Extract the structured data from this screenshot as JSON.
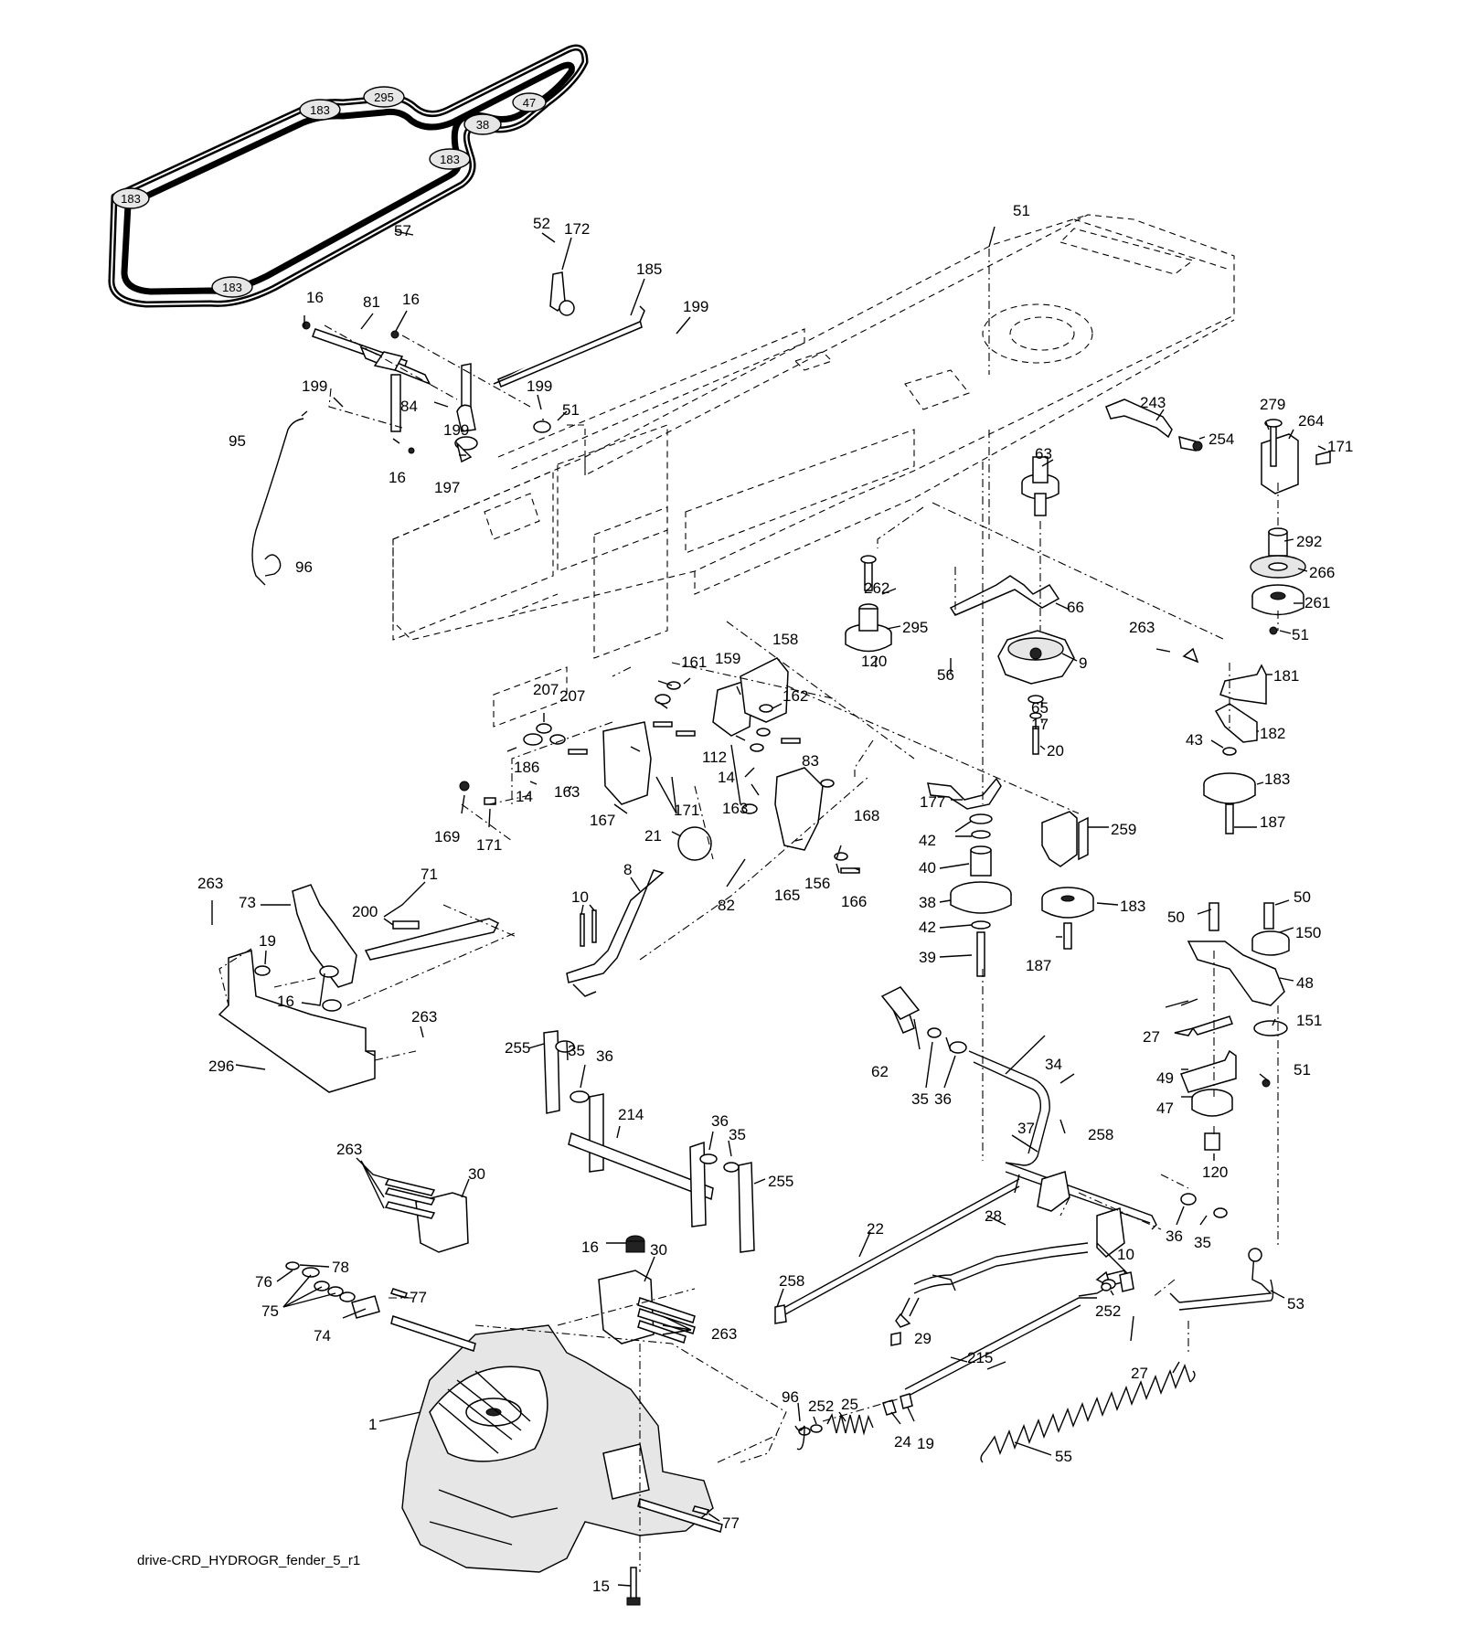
{
  "diagram_id": "drive-CRD_HYDROGR_fender_5_r1",
  "belt_labels": [
    "295",
    "183",
    "47",
    "38",
    "183",
    "183",
    "183"
  ],
  "parts": {
    "p1": "1",
    "p8": "8",
    "p9": "9",
    "p10a": "10",
    "p10b": "10",
    "p14a": "14",
    "p14b": "14",
    "p15": "15",
    "p16a": "16",
    "p16b": "16",
    "p16c": "16",
    "p16d": "16",
    "p16e": "16",
    "p17": "17",
    "p19a": "19",
    "p19b": "19",
    "p20": "20",
    "p21": "21",
    "p22": "22",
    "p24": "24",
    "p25": "25",
    "p27a": "27",
    "p27b": "27",
    "p28": "28",
    "p29": "29",
    "p30a": "30",
    "p30b": "30",
    "p34": "34",
    "p35a": "35",
    "p35b": "35",
    "p35c": "35",
    "p35d": "35",
    "p36a": "36",
    "p36b": "36",
    "p36c": "36",
    "p36d": "36",
    "p37": "37",
    "p38": "38",
    "p39": "39",
    "p40": "40",
    "p42a": "42",
    "p42b": "42",
    "p43": "43",
    "p47": "47",
    "p48": "48",
    "p49": "49",
    "p50a": "50",
    "p50b": "50",
    "p51a": "51",
    "p51b": "51",
    "p51c": "51",
    "p51d": "51",
    "p52": "52",
    "p53": "53",
    "p55": "55",
    "p56": "56",
    "p57": "57",
    "p62": "62",
    "p63": "63",
    "p65": "65",
    "p66": "66",
    "p71": "71",
    "p73": "73",
    "p74": "74",
    "p75": "75",
    "p76": "76",
    "p77a": "77",
    "p77b": "77",
    "p78": "78",
    "p81": "81",
    "p82": "82",
    "p83": "83",
    "p84": "84",
    "p95": "95",
    "p96a": "96",
    "p96b": "96",
    "p112": "112",
    "p120a": "120",
    "p120b": "120",
    "p150": "150",
    "p151": "151",
    "p156": "156",
    "p158": "158",
    "p159": "159",
    "p161": "161",
    "p162": "162",
    "p163a": "163",
    "p163b": "163",
    "p165": "165",
    "p166": "166",
    "p167": "167",
    "p168": "168",
    "p169": "169",
    "p171a": "171",
    "p171b": "171",
    "p171c": "171",
    "p172": "172",
    "p177": "177",
    "p181": "181",
    "p182": "182",
    "p183a": "183",
    "p183b": "183",
    "p185": "185",
    "p186": "186",
    "p187a": "187",
    "p187b": "187",
    "p197": "197",
    "p199a": "199",
    "p199b": "199",
    "p199c": "199",
    "p199d": "199",
    "p200": "200",
    "p207a": "207",
    "p207b": "207",
    "p214": "214",
    "p215": "215",
    "p243": "243",
    "p252a": "252",
    "p252b": "252",
    "p254": "254",
    "p255a": "255",
    "p255b": "255",
    "p258a": "258",
    "p258b": "258",
    "p259": "259",
    "p261": "261",
    "p262": "262",
    "p263a": "263",
    "p263b": "263",
    "p263c": "263",
    "p263d": "263",
    "p263e": "263",
    "p264": "264",
    "p266": "266",
    "p279": "279",
    "p292": "292",
    "p295": "295",
    "p296": "296"
  }
}
